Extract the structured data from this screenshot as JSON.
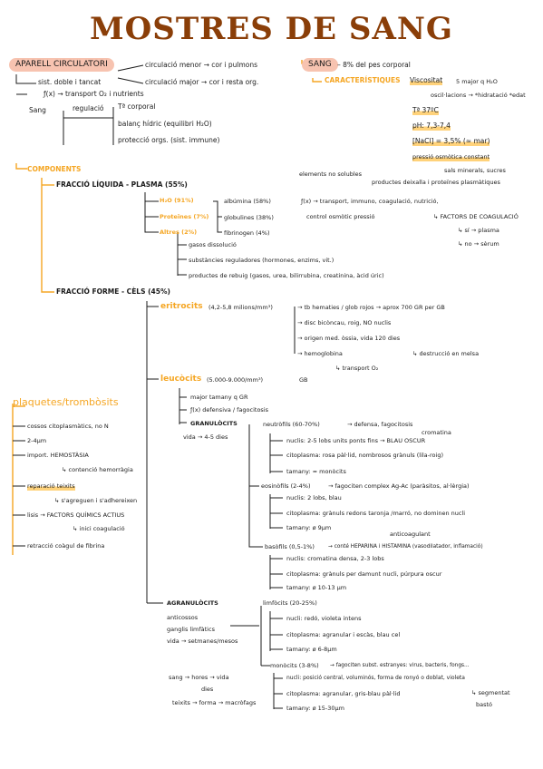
{
  "title": "MOSTRES DE SANG",
  "aparell": {
    "label": "APARELL CIRCULATORI",
    "circ_menor": "circulació menor → cor i pulmons",
    "circ_major": "circulació major → cor i resta org.",
    "sist": "sist. doble i tancat",
    "fx": "ƒ(x) → transport O₂ i nutrients",
    "sang": "Sang",
    "regulacio": "regulació",
    "t_corporal": "Tª corporal",
    "balans": "balanç hídric (equilibri H₂O)",
    "proteccio": "protecció orgs. (sist. immune)"
  },
  "sang": {
    "label": "SANG",
    "pes": "– 8% del pes corporal",
    "caract": "CARACTERÍSTIQUES",
    "viscositat": "Viscositat",
    "visc_detail": "5 major q H₂O",
    "oscil": "oscil·lacions → *hidratació  *edat",
    "temp": "Tª 37ºC",
    "ph": "pH: 7,3-7,4",
    "nacl": "[NaCl] = 3,5% (≈ mar)",
    "pressio": "pressió osmòtica constant",
    "elements": "elements no solubles",
    "productes": "productes deixalla i proteïnes plasmàtiques",
    "sals": "sals minerals, sucres"
  },
  "components": {
    "label": "COMPONENTS",
    "liquida": "FRACCIÓ LÍQUIDA - PLASMA (55%)",
    "h2o": "H₂O (91%)",
    "proteines": "Proteïnes (7%)",
    "altres": "Altres (2%)",
    "albumina": "albúmina (58%)",
    "globulines": "globulines (38%)",
    "fibrinogen": "fibrinogen (4%)",
    "fx_prot": "ƒ(x) → transport, immuno, coagulació, nutrició,",
    "control": "control osmòtic pressió",
    "factors": "↳ FACTORS DE COAGULACIÓ",
    "si": "↳ sí → plasma",
    "no": "↳ no → sèrum",
    "gasos": "gasos dissolució",
    "substancies": "substàncies reguladores (hormones, enzims, vit.)",
    "residus": "productes de rebuig (gasos, urea, bilirrubina, creatinina, àcid úric)",
    "forme": "FRACCIÓ FORME - CÈLS (45%)"
  },
  "eritrocits": {
    "label": "eritrocits",
    "count": "(4,2-5,8 milions/mm³)",
    "hematies": "→ tb hematies / glob rojos → aprox 700 GR per GB",
    "disc": "→ disc bicòncau, roig, NO nuclis",
    "origen": "→ origen med. òssia, vida 120 dies",
    "hemoglobina": "→ hemoglobina",
    "destruccio": "↳ destrucció en melsa",
    "transport": "↳ transport O₂"
  },
  "leucocits": {
    "label": "leucòcits",
    "count": "(5.000-9.000/mm³)",
    "gb": "GB",
    "major": "major tamany q GR",
    "fx": "ƒ(x) defensiva / fagocitosis",
    "granulocits": "GRANULÒCITS",
    "vida": "vida → 4-5 dies",
    "neutrofils": "neutròfils (60-70%)",
    "neut_def": "→ defensa, fagocitosis",
    "neut_nucli": "nuclis: 2-5 lobs units ponts fins → BLAU OSCUR",
    "neut_crom": "cromatina",
    "neut_cito": "citoplasma: rosa pàl·lid, nombrosos grànuls (lila-roig)",
    "neut_tam": "tamany: ≈ monòcits",
    "eosinofils": "eosinòfils (2-4%)",
    "eos_fag": "→ fagociten complex Ag-Ac (paràsitos, al·lèrgia)",
    "eos_nucli": "nuclis: 2 lobs, blau",
    "eos_cito": "citoplasma: grànuls redons taronja /marró, no dominen nucli",
    "eos_tam": "tamany: ø 9μm",
    "basofils": "basòfils (0,5-1%)",
    "bas_cont": "→ conté HEPARINA i HISTAMINA (vasodilatador, inflamació)",
    "bas_anti": "anticoagulant",
    "bas_nucli": "nuclis: cromatina densa, 2-3 lobs",
    "bas_cito": "citoplasma: grànuls per damunt nucli, púrpura oscur",
    "bas_tam": "tamany: ø 10-13 μm",
    "agranulocits": "AGRANULÒCITS",
    "limfocits": "limfòcits (20-25%)",
    "lim_nucli": "nucli: redó, violeta intens",
    "lim_cito": "citoplasma: agranular i escàs, blau cel",
    "lim_tam": "tamany: ø 6-8μm",
    "lim_side1": "anticossos",
    "lim_side2": "ganglis limfàtics",
    "lim_side3": "vida → setmanes/mesos",
    "monocits": "monòcits (3-8%)",
    "mon_fag": "→ fagociten subst. estranyes: virus, bacteris, fongs...",
    "mon_nucli": "nucli: posició central, voluminós, forma de ronyó o doblat, violeta",
    "mon_cito": "citoplasma: agranular, gris-blau pàl·lid",
    "mon_tam": "tamany: ø 15-30μm",
    "mon_seg": "↳ segmentat",
    "mon_bast": "bastó",
    "mon_side1": "sang → hores → vida",
    "mon_side2": "dies",
    "mon_side3": "teixits → forma → macròfags"
  },
  "plaquetes": {
    "label": "plaquetes/trombòsits",
    "cossos": "cossos citoplasmàtics, no N",
    "size": "2-4μm",
    "import": "import. HEMOSTÀSIA",
    "contencio": "↳ contenció hemorràgia",
    "reparacio": "reparació teixits",
    "agreguen": "↳ s'agreguen i s'adhereixen",
    "lisis": "lisis → FACTORS QUÍMICS ACTIUS",
    "inici": "↳ inici coagulació",
    "retraccio": "retracció coàgul de fibrina"
  }
}
